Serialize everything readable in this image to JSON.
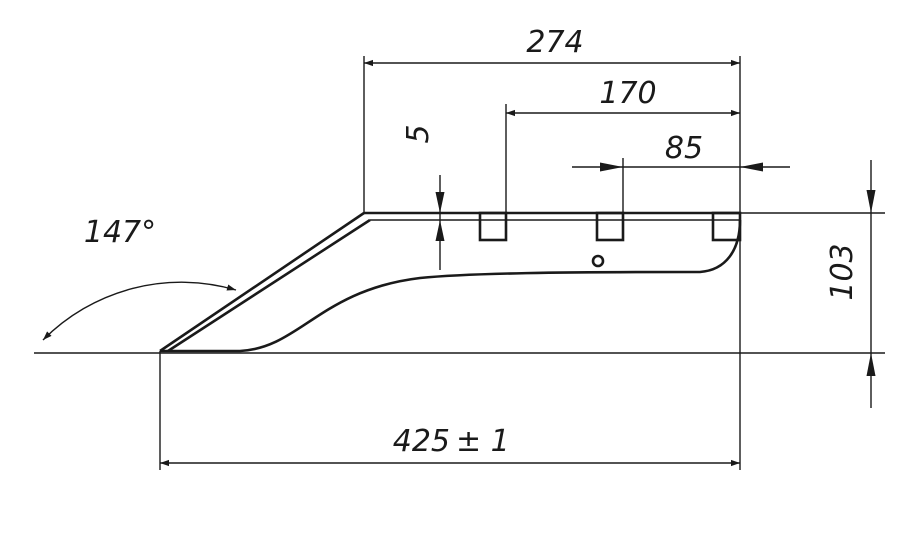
{
  "dimensions": {
    "overall_top_length": "274",
    "second_lug_distance": "170",
    "third_lug_distance": "85",
    "lug_height": "5",
    "height": "103",
    "angle": "147°",
    "overall_length": "425",
    "tolerance": "± 1"
  }
}
